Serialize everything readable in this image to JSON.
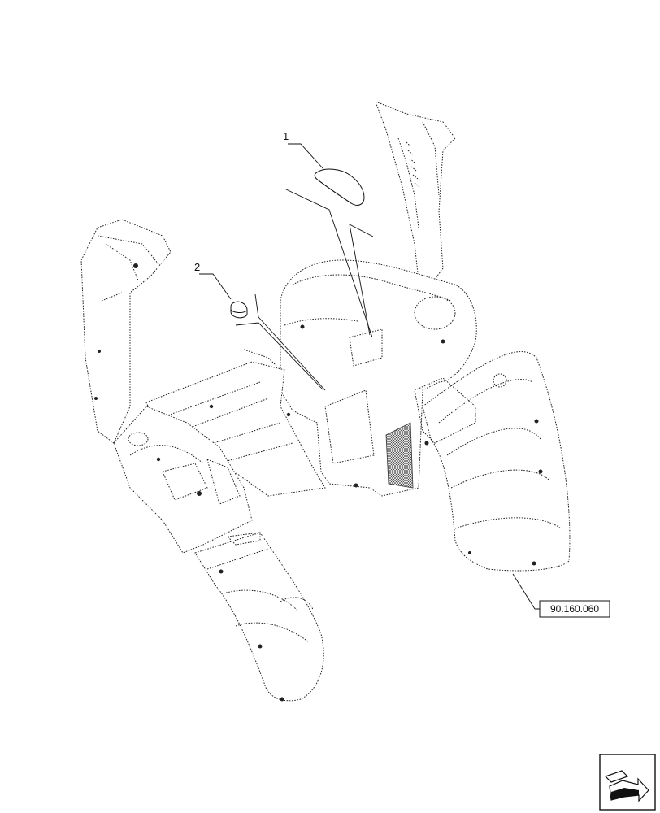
{
  "callouts": [
    {
      "id": "1",
      "label": "1"
    },
    {
      "id": "2",
      "label": "2"
    }
  ],
  "reference": {
    "label": "90.160.060"
  },
  "nav_icon": {
    "name": "next-page-arrow-icon"
  }
}
